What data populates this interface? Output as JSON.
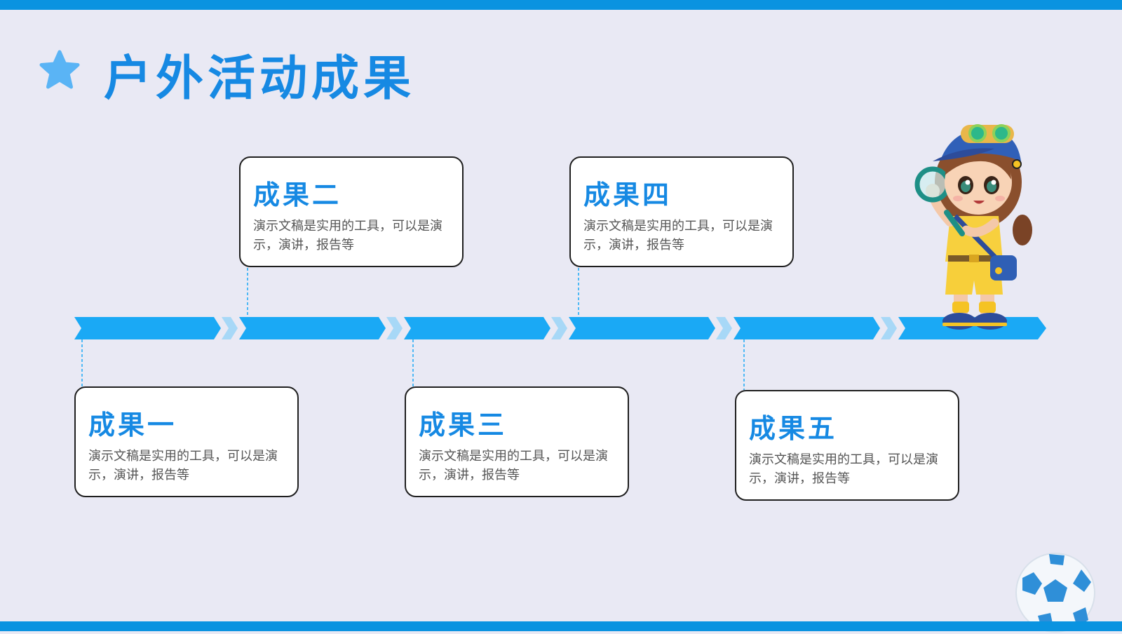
{
  "title": "户外活动成果",
  "cards": [
    {
      "title": "成果一",
      "body": "演示文稿是实用的工具，可以是演示，演讲，报告等"
    },
    {
      "title": "成果二",
      "body": "演示文稿是实用的工具，可以是演示，演讲，报告等"
    },
    {
      "title": "成果三",
      "body": "演示文稿是实用的工具，可以是演示，演讲，报告等"
    },
    {
      "title": "成果四",
      "body": "演示文稿是实用的工具，可以是演示，演讲，报告等"
    },
    {
      "title": "成果五",
      "body": "演示文稿是实用的工具，可以是演示，演讲，报告等"
    }
  ],
  "colors": {
    "accent": "#1689e3",
    "arrow": "#1aa9f5",
    "arrow_light": "#a7d8f7",
    "background": "#e9e9f4",
    "bar": "#0a93e0"
  },
  "icons": [
    "star-icon",
    "explorer-girl-illustration",
    "soccer-ball-icon"
  ]
}
